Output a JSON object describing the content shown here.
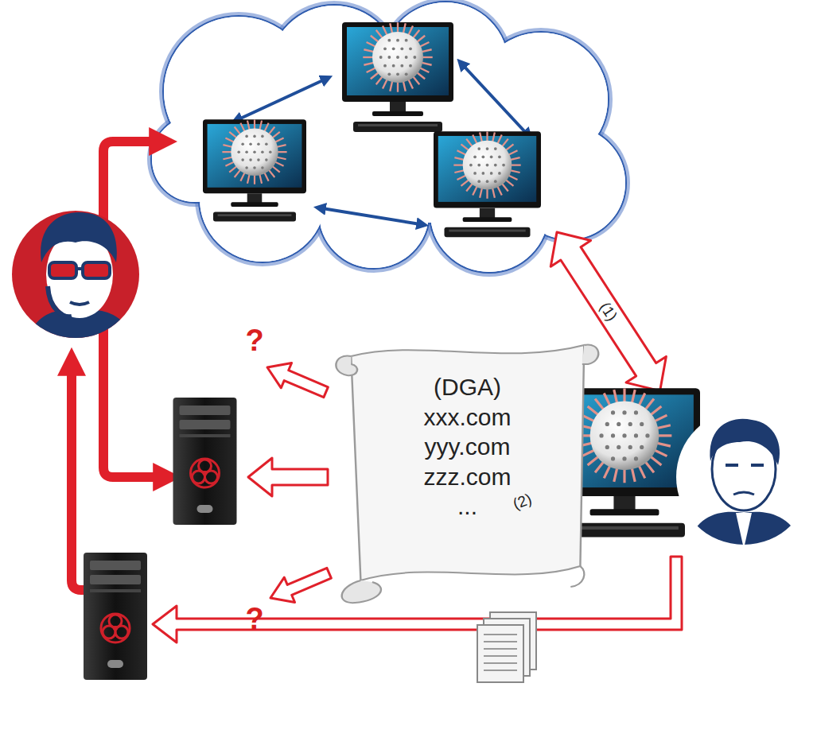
{
  "diagram": {
    "nodes": [
      {
        "text": [
          "(DGA)",
          "xxx.com",
          "yyy.com",
          "zzz.com",
          "..."
        ]
      }
    ],
    "labels": [
      "(1)",
      "(2)",
      "?",
      "?"
    ]
  }
}
